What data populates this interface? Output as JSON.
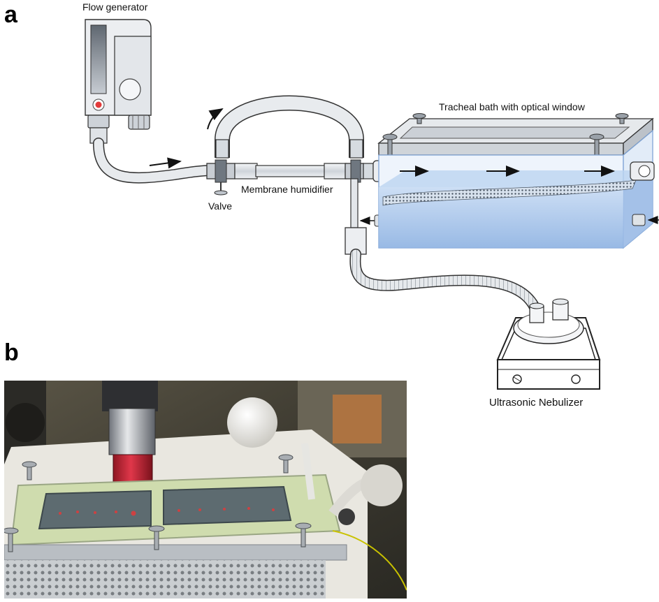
{
  "panels": {
    "a": {
      "letter": "a"
    },
    "b": {
      "letter": "b"
    }
  },
  "labels": {
    "flow_generator": "Flow generator",
    "valve": "Valve",
    "membrane_humidifier": "Membrane humidifier",
    "tracheal_bath": "Tracheal bath with optical window",
    "ultrasonic_nebulizer": "Ultrasonic Nebulizer"
  },
  "colors": {
    "line": "#222222",
    "tube": "#d9dde2",
    "bath_water": "#a9c8ec",
    "device_light": "#eef0f3",
    "photo_green": "#cfdcae",
    "photo_laser": "#e23a3a"
  }
}
